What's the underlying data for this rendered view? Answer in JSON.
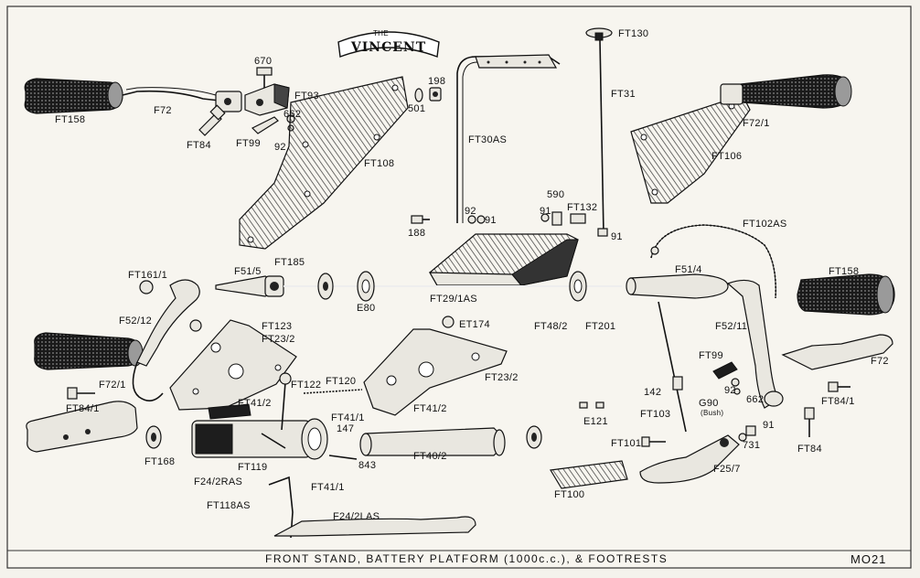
{
  "logo": {
    "text": "VINCENT",
    "small": "THE"
  },
  "caption": {
    "title": "FRONT STAND, BATTERY PLATFORM (1000c.c.), & FOOTRESTS",
    "code": "MO21"
  },
  "labels": {
    "ft158_l": "FT158",
    "f72_l": "F72",
    "ft84_l": "FT84",
    "670": "670",
    "ft93": "FT93",
    "ft99_l": "FT99",
    "662_l": "662",
    "92_l": "92",
    "198": "198",
    "501": "501",
    "ft108": "FT108",
    "ft130": "FT130",
    "ft31": "FT31",
    "ft30as": "FT30AS",
    "92_m": "92",
    "91_m": "91",
    "91_n": "91",
    "590": "590",
    "ft132": "FT132",
    "91_r": "91",
    "188": "188",
    "ft106": "FT106",
    "ft72_1_r": "F72/1",
    "ft102as": "FT102AS",
    "ft161_1": "FT161/1",
    "f51_5": "F51/5",
    "ft185": "FT185",
    "e80": "E80",
    "ft29_1as": "FT29/1AS",
    "ft48_2": "FT48/2",
    "ft201": "FT201",
    "f51_4": "F51/4",
    "ft158_r": "FT158",
    "f52_12": "F52/12",
    "ft123": "FT123",
    "ft23_2_a": "FT23/2",
    "et174": "ET174",
    "f52_11": "F52/11",
    "f72_1_l": "F72/1",
    "ft84_1_l": "FT84/1",
    "ft122": "FT122",
    "ft120": "FT120",
    "ft41_2_a": "FT41/2",
    "ft41_2_b": "FT41/2",
    "ft23_2_b": "FT23/2",
    "ft41_1_a": "FT41/1",
    "147": "147",
    "ft99_r": "FT99",
    "f72_r": "F72",
    "ft168": "FT168",
    "ft119": "FT119",
    "843": "843",
    "ft40_2": "FT40/2",
    "e121": "E121",
    "142": "142",
    "ft103": "FT103",
    "g90": "G90",
    "bush": "(Bush)",
    "92_r": "92",
    "662_r": "662",
    "ft84_1_r": "FT84/1",
    "91_b": "91",
    "731": "731",
    "ft84_r": "FT84",
    "ft101": "FT101",
    "f25_7": "F25/7",
    "f24_2ras": "F24/2RAS",
    "ft118as": "FT118AS",
    "ft41_1_b": "FT41/1",
    "ft100": "FT100",
    "f24_2las": "F24/2LAS"
  }
}
